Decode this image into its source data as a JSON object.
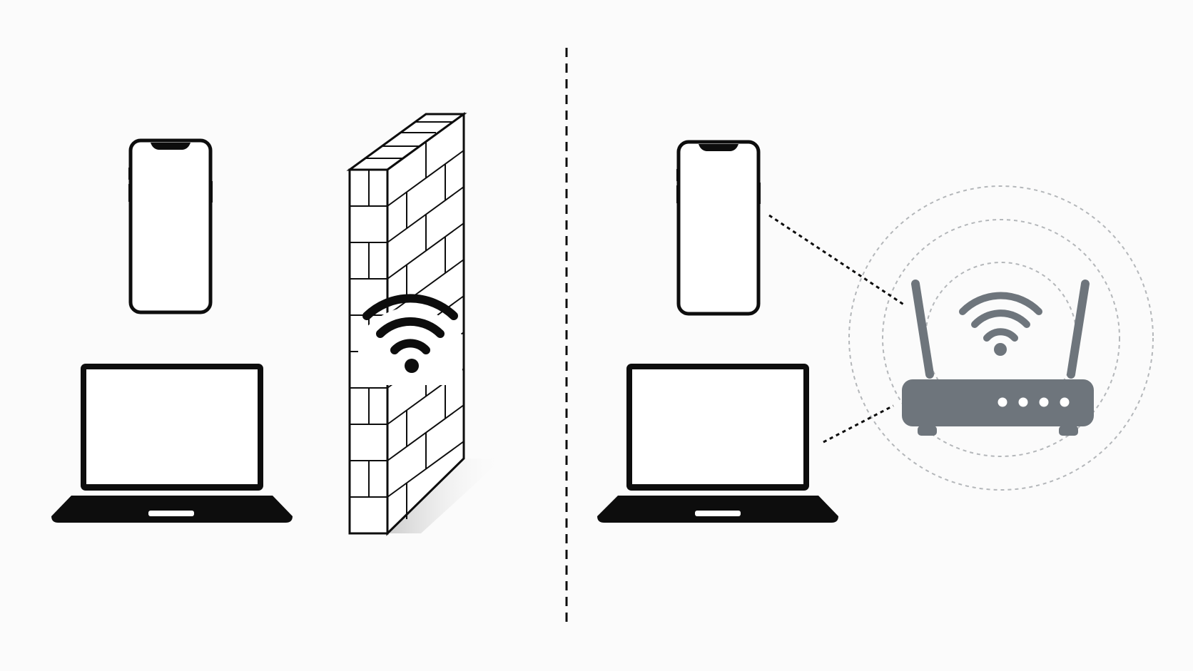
{
  "colors": {
    "background": "#fbfbfb",
    "ink": "#0d0d0d",
    "router": "#6e757c",
    "signal_rings": "#b4b7ba",
    "wall_fill": "#ffffff"
  },
  "panels": {
    "left": {
      "devices": [
        "smartphone-icon",
        "laptop-icon"
      ],
      "barrier": "brick-wall-icon",
      "signal": "wifi-icon",
      "connected": false
    },
    "right": {
      "devices": [
        "smartphone-icon",
        "laptop-icon"
      ],
      "hub": "router-icon",
      "signal": "wifi-icon",
      "connected": true,
      "signal_rings": 3,
      "router_indicator_lights": 4
    },
    "separator": "dashed-divider"
  }
}
